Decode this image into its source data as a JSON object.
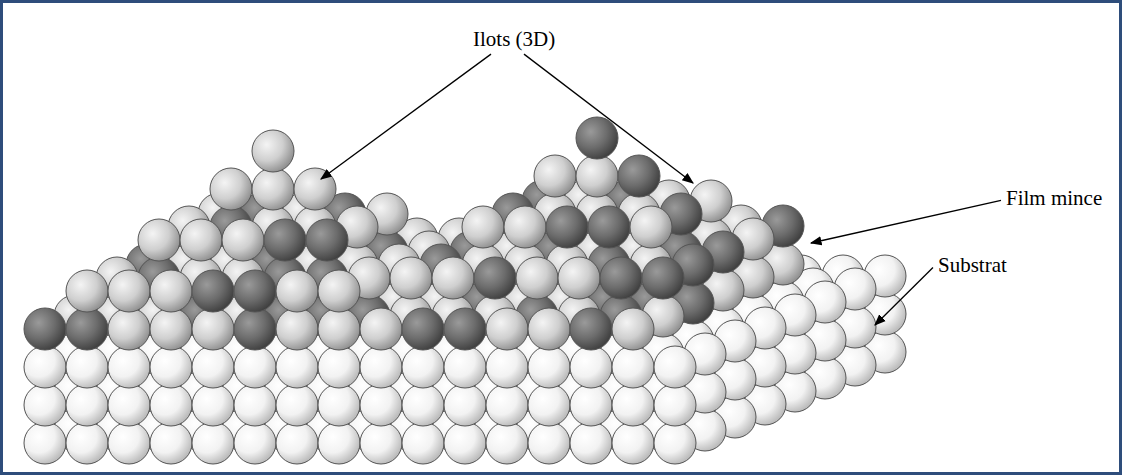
{
  "diagram": {
    "labels": [
      "Ilots (3D)",
      "Film mince",
      "Substrat"
    ]
  }
}
